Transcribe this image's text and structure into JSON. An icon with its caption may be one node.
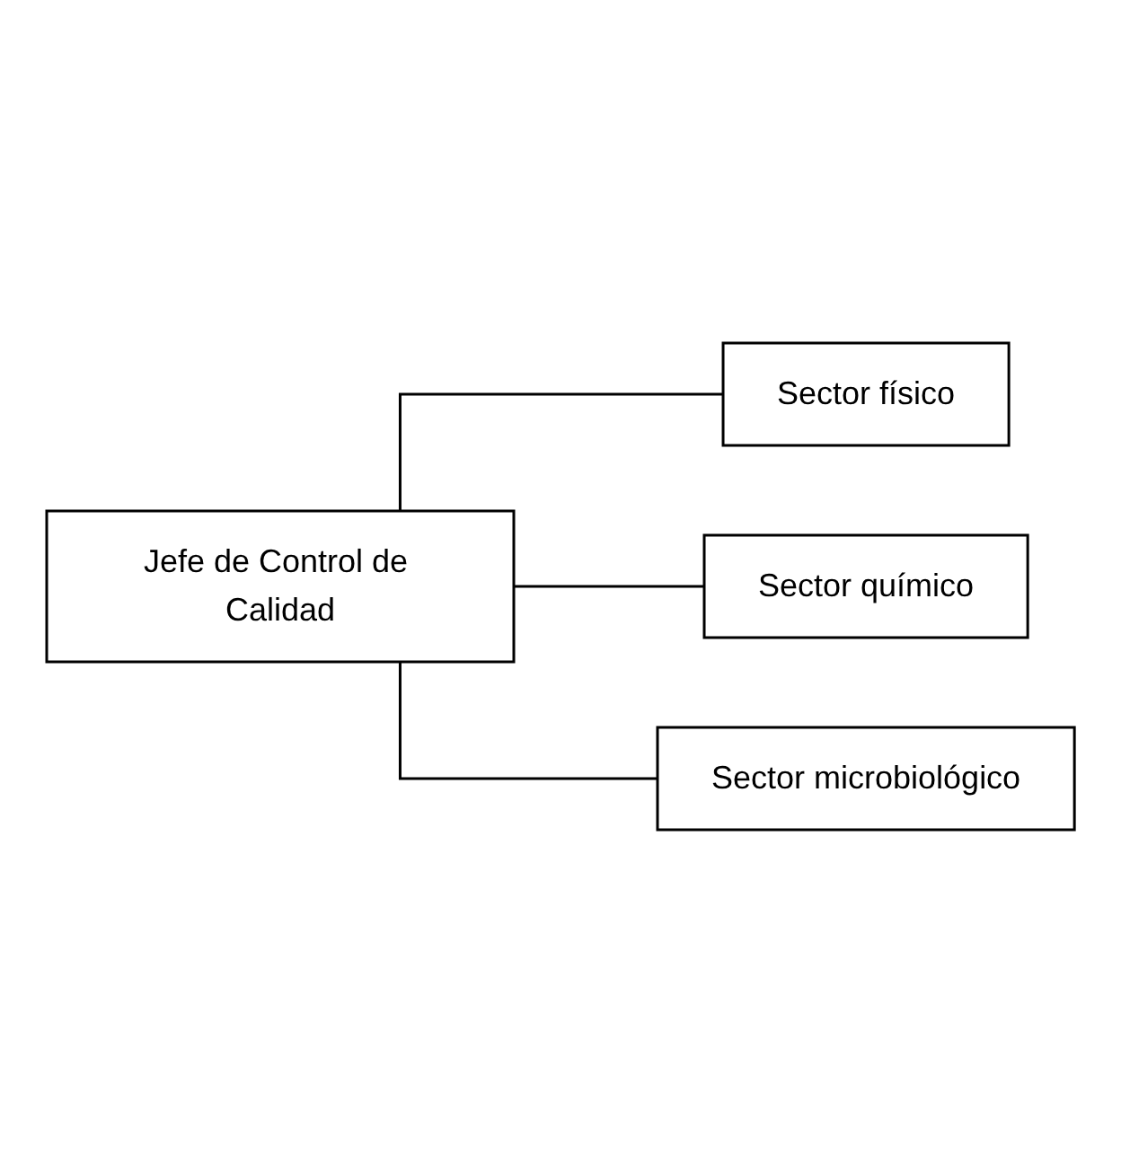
{
  "diagram": {
    "nodes": [
      {
        "text": [
          "Jefe de Control de Calidad"
        ]
      },
      {
        "text": [
          "Sector físico"
        ]
      },
      {
        "text": [
          "Sector químico"
        ]
      },
      {
        "text": [
          "Sector microbiológico"
        ]
      }
    ],
    "edges": [
      {
        "from": 0,
        "to": 1,
        "arrow": "none"
      },
      {
        "from": 0,
        "to": 2,
        "arrow": "none"
      },
      {
        "from": 0,
        "to": 3,
        "arrow": "none"
      }
    ]
  }
}
